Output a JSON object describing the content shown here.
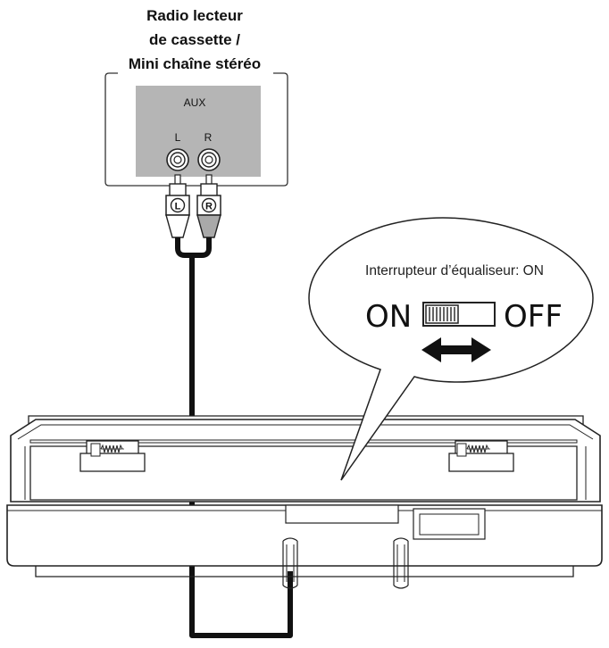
{
  "device_title": [
    "Radio lecteur",
    "de cassette /",
    "Mini chaîne stéréo"
  ],
  "aux_label": "AUX",
  "left_channel": "L",
  "right_channel": "R",
  "plug_left_marker": "L",
  "plug_right_marker": "R",
  "callout_text": "Interrupteur d’équaliseur: ON",
  "switch_on_label": "ON",
  "switch_off_label": "OFF"
}
